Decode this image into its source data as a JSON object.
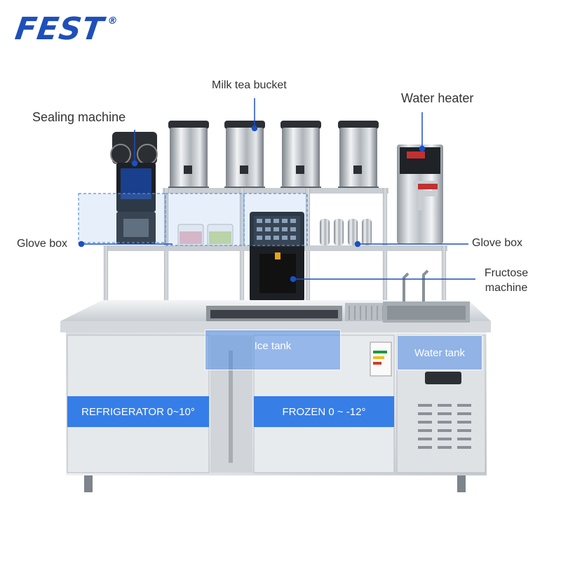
{
  "brand": {
    "name": "FEST",
    "reg_mark": "®",
    "color": "#1f4fb8"
  },
  "labels": {
    "milk_tea_bucket": "Milk tea bucket",
    "water_heater": "Water heater",
    "sealing_machine": "Sealing machine",
    "glove_box_left": "Glove box",
    "glove_box_right": "Glove box",
    "fructose_line1": "Fructose",
    "fructose_line2": "machine",
    "ice_tank": "Ice tank",
    "water_tank": "Water tank",
    "refrigerator": "REFRIGERATOR 0~10°",
    "frozen": "FROZEN 0 ~ -12°"
  },
  "colors": {
    "accent_blue": "#1e6ee6",
    "line_blue": "#1b4fc4",
    "steel_light": "#e4e7ea",
    "steel_dark": "#9aa1a8"
  }
}
